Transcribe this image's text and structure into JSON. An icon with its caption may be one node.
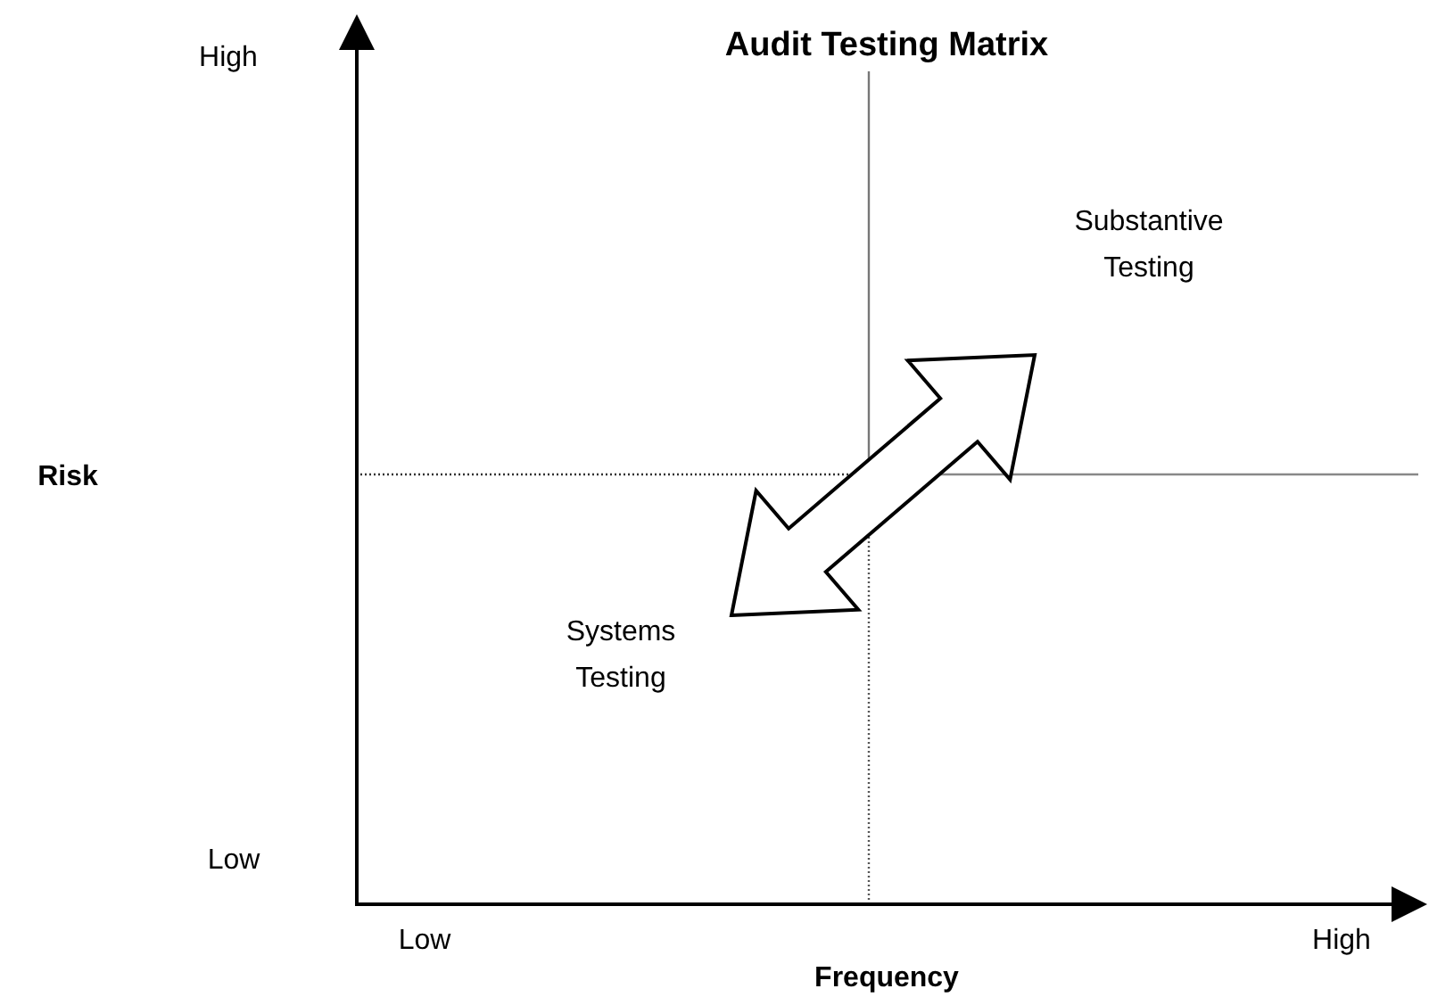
{
  "diagram": {
    "title": "Audit Testing Matrix",
    "nodes": [
      {
        "text": [
          "Substantive Testing"
        ]
      },
      {
        "text": [
          "Systems Testing"
        ]
      }
    ],
    "edges": [
      {
        "from": 1,
        "to": 0,
        "arrow": "both",
        "style": "thick"
      }
    ],
    "labels": [
      "High",
      "Risk",
      "Low",
      "Low",
      "High",
      "Frequency"
    ]
  }
}
